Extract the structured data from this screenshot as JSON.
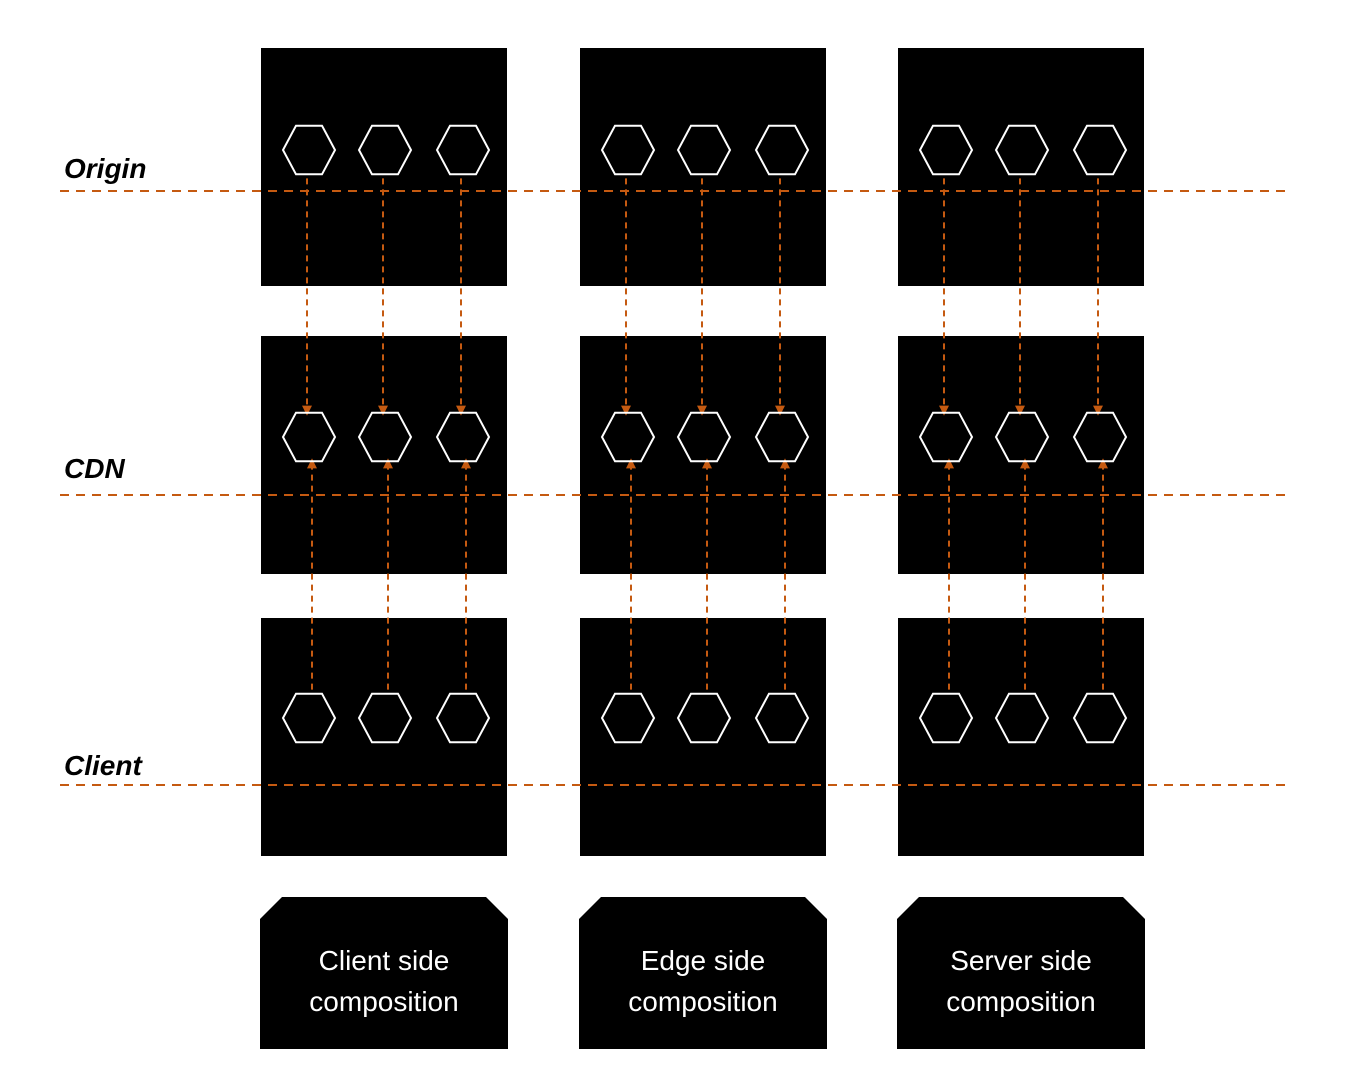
{
  "tiers": [
    {
      "id": "origin",
      "label": "Origin"
    },
    {
      "id": "cdn",
      "label": "CDN"
    },
    {
      "id": "client",
      "label": "Client"
    }
  ],
  "columns": [
    {
      "id": "client-side",
      "caption_line1": "Client side",
      "caption_line2": "composition"
    },
    {
      "id": "edge-side",
      "caption_line1": "Edge side",
      "caption_line2": "composition"
    },
    {
      "id": "server-side",
      "caption_line1": "Server side",
      "caption_line2": "composition"
    }
  ],
  "services_per_box": 3,
  "colors": {
    "box": "#000000",
    "hexagon_stroke": "#ffffff",
    "dashed_line": "#c55a11",
    "arrow": "#c55a11",
    "background": "#ffffff"
  },
  "icons": {
    "service": "hexagon-icon"
  }
}
